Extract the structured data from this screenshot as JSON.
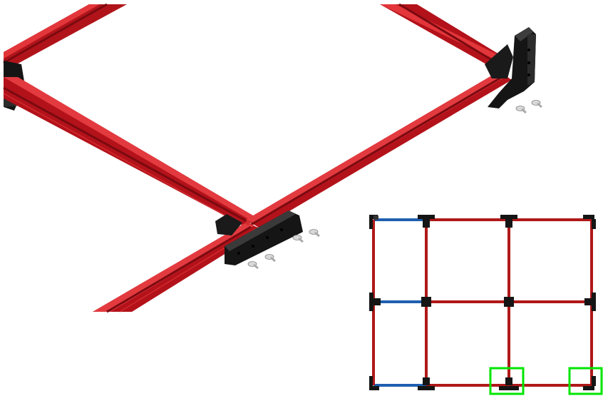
{
  "colors": {
    "background": "#ffffff",
    "extrusion_red": "#b3121a",
    "extrusion_red_light": "#e0353a",
    "extrusion_red_dark": "#7a0a10",
    "bracket_black": "#151515",
    "bracket_grey": "#3a3a3a",
    "screw_silver": "#c8c8c8",
    "plan_red": "#b01818",
    "plan_blue": "#1f5fb0",
    "highlight_green": "#00e600"
  },
  "icons": {
    "bracket": "corner-bracket-icon",
    "screw": "screw-icon"
  },
  "plan": {
    "columns": 3,
    "rows": 2,
    "blue_segments": [
      "top-left-span",
      "middle-left-span",
      "bottom-left-span"
    ],
    "highlighted_joints": [
      "bottom-middle-right-joint",
      "bottom-right-corner-joint"
    ]
  }
}
